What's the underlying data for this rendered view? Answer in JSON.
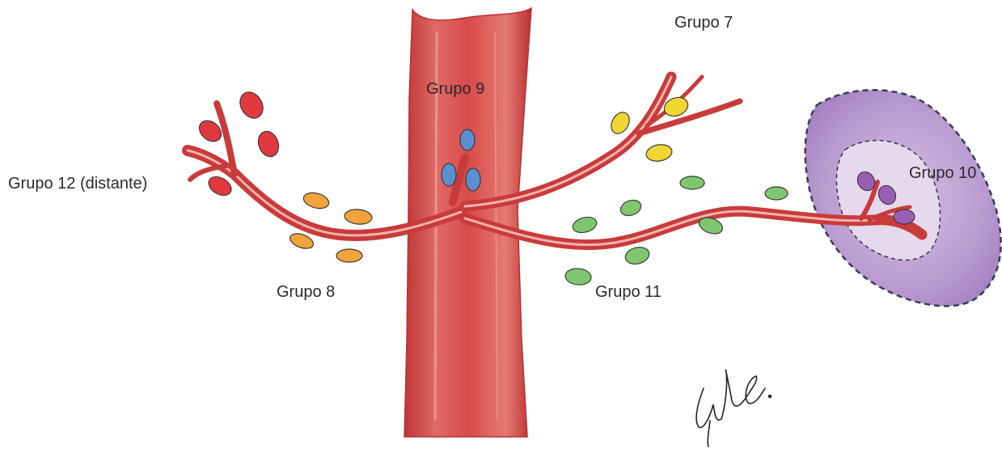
{
  "labels": {
    "group7": "Grupo 7",
    "group8": "Grupo 8",
    "group9": "Grupo 9",
    "group10": "Grupo 10",
    "group11": "Grupo 11",
    "group12": "Grupo 12 (distante)"
  },
  "colors": {
    "background": "#ffffff",
    "aorta": "#d84a4a",
    "artery": "#c93b3b",
    "artery_highlight": "#f2b3ad",
    "spleen_fill": "#b99ad0",
    "spleen_border": "#3e3a55",
    "hilum_fill": "#e6d9ee",
    "node_outline": "#3a3a3a",
    "group7_nodes": "#f2d633",
    "group8_nodes": "#f2a43a",
    "group9_nodes": "#5b8fd1",
    "group10_nodes": "#9a5fb4",
    "group11_nodes": "#7fc76f",
    "group12_nodes": "#e0383e",
    "text": "#2a2a2a"
  },
  "signature": "artist signature"
}
